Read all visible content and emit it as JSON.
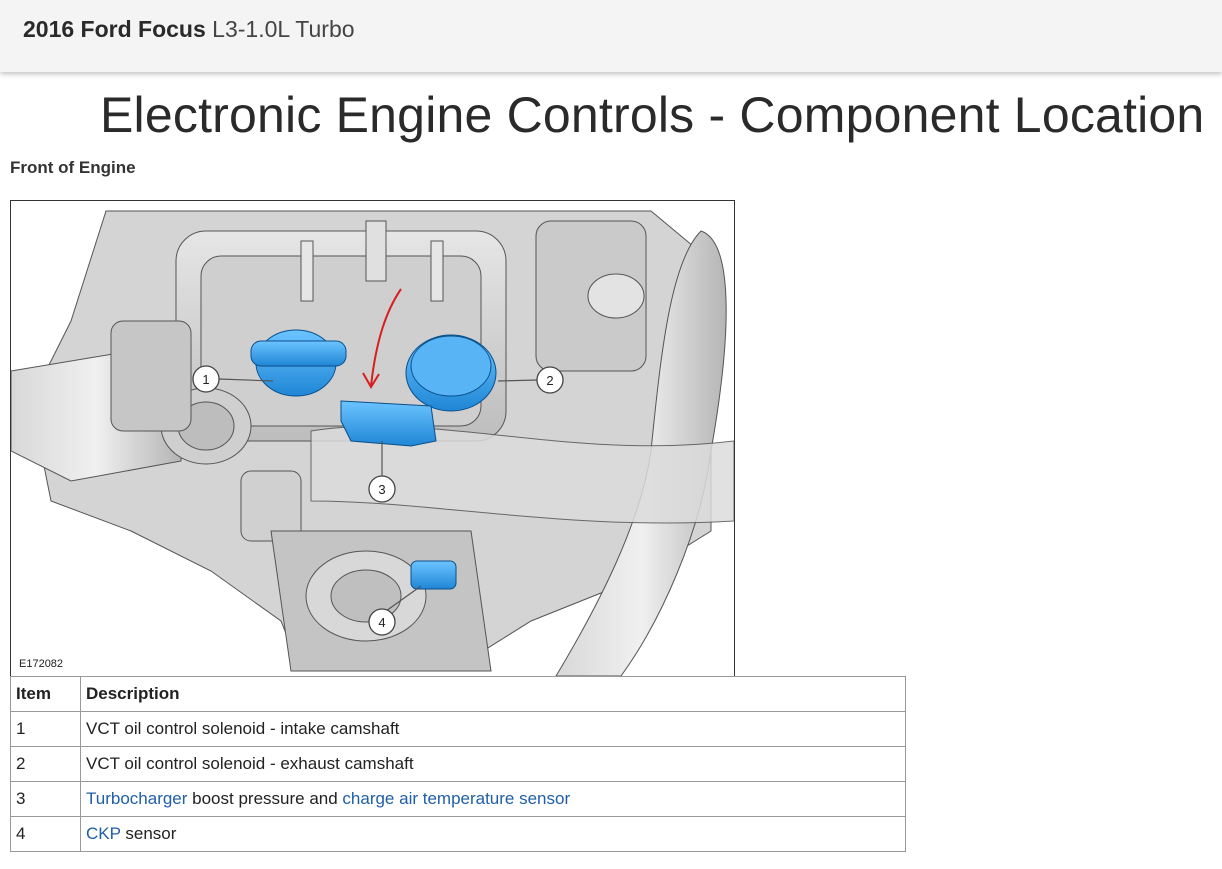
{
  "header": {
    "vehicle_make_model": "2016 Ford Focus",
    "engine": "L3-1.0L Turbo"
  },
  "page": {
    "title": "Electronic Engine Controls - Component Location",
    "section": "Front of Engine"
  },
  "figure": {
    "code": "E172082",
    "callouts": [
      "1",
      "2",
      "3",
      "4"
    ],
    "colors": {
      "highlight": "#3ea6f0",
      "annotation_arrow": "#d81e1e",
      "engine_gray": "#c9c9c9"
    }
  },
  "table": {
    "headers": {
      "item": "Item",
      "description": "Description"
    },
    "rows": [
      {
        "item": "1",
        "description": "VCT oil control solenoid - intake camshaft"
      },
      {
        "item": "2",
        "description": "VCT oil control solenoid - exhaust camshaft"
      },
      {
        "item": "3",
        "link1": "Turbocharger",
        "mid": " boost pressure and ",
        "link2": "charge air temperature sensor"
      },
      {
        "item": "4",
        "link1": "CKP",
        "mid": " sensor"
      }
    ]
  },
  "colors": {
    "link": "#1f5fa6",
    "topbar_bg": "#f4f4f4"
  }
}
